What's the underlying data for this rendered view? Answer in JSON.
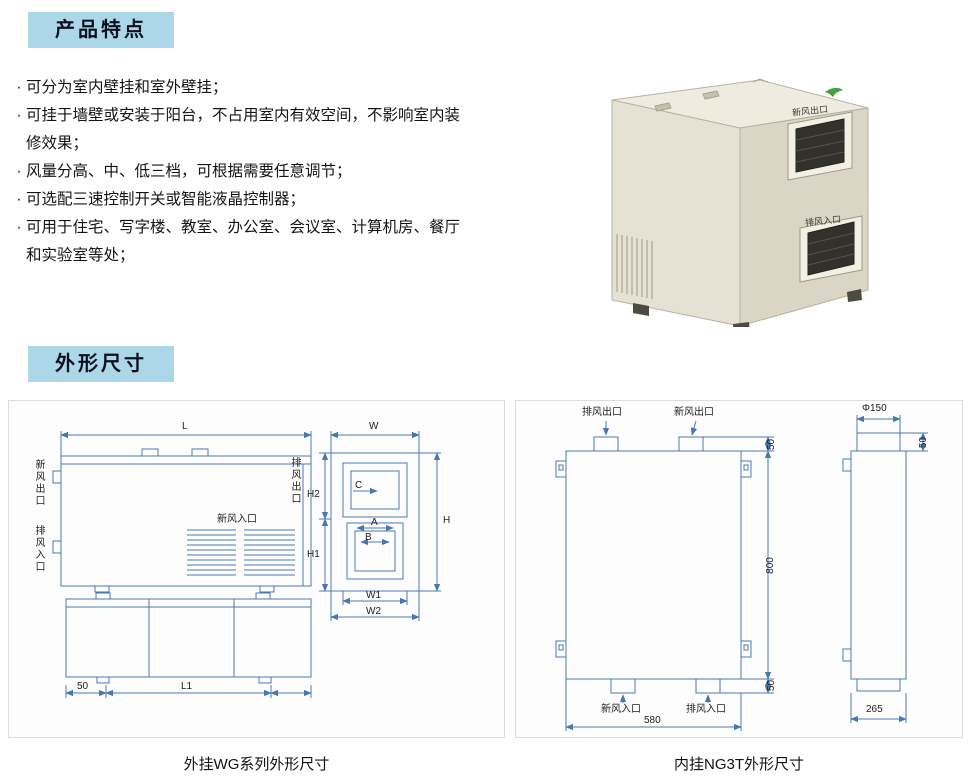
{
  "sections": {
    "features_title": "产品特点",
    "dimensions_title": "外形尺寸"
  },
  "features": {
    "bullet": "·",
    "items": [
      "可分为室内壁挂和室外壁挂；",
      "可挂于墙壁或安装于阳台，不占用室内有效空间，不影响室内装修效果；",
      "风量分高、中、低三档，可根据需要任意调节；",
      "可选配三速控制开关或智能液晶控制器；",
      "可用于住宅、写字楼、教室、办公室、会议室、计算机房、餐厅和实验室等处；"
    ]
  },
  "product_photo": {
    "outlet_label": "新风出口",
    "inlet_label": "排风入口"
  },
  "wg_drawing": {
    "caption": "外挂WG系列外形尺寸",
    "labels": {
      "dim_l": "L",
      "dim_w": "W",
      "dim_h": "H",
      "dim_h1": "H1",
      "dim_h2": "H2",
      "dim_a": "A",
      "dim_b": "B",
      "dim_c": "C",
      "dim_w1": "W1",
      "dim_w2": "W2",
      "dim_l1": "L1",
      "dim_50": "50",
      "fresh_air_outlet": "新风出口",
      "exhaust_air_inlet": "排风入口",
      "fresh_air_inlet": "新风入口",
      "exhaust_air_outlet": "排风出口"
    }
  },
  "ng3t_drawing": {
    "caption": "内挂NG3T外形尺寸",
    "labels": {
      "exhaust_outlet": "排风出口",
      "fresh_outlet": "新风出口",
      "fresh_inlet": "新风入口",
      "exhaust_inlet": "排风入口",
      "dim_top_offset": "50",
      "dim_height": "800",
      "dim_bottom_offset": "50",
      "dim_width": "580",
      "dim_diameter": "Φ150",
      "dim_cap": "50",
      "dim_depth": "265"
    }
  }
}
